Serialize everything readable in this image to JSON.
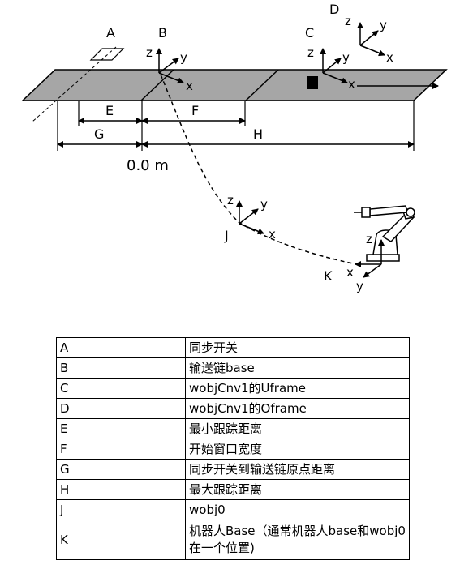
{
  "diagram": {
    "labels": {
      "A": "A",
      "B": "B",
      "C": "C",
      "D": "D",
      "E": "E",
      "F": "F",
      "G": "G",
      "H": "H",
      "J": "J",
      "K": "K"
    },
    "origin_label": "0.0 m",
    "axis": {
      "x": "x",
      "y": "y",
      "z": "z"
    }
  },
  "legend": {
    "rows": [
      {
        "key": "A",
        "value": "同步开关"
      },
      {
        "key": "B",
        "value": "输送链base"
      },
      {
        "key": "C",
        "value": "wobjCnv1的Uframe"
      },
      {
        "key": "D",
        "value": "wobjCnv1的Oframe"
      },
      {
        "key": "E",
        "value": "最小跟踪距离"
      },
      {
        "key": "F",
        "value": "开始窗口宽度"
      },
      {
        "key": "G",
        "value": "同步开关到输送链原点距离"
      },
      {
        "key": "H",
        "value": "最大跟踪距离"
      },
      {
        "key": "J",
        "value": "wobj0"
      },
      {
        "key": "K",
        "value": "机器人Base（通常机器人base和wobj0在一个位置)"
      }
    ]
  }
}
